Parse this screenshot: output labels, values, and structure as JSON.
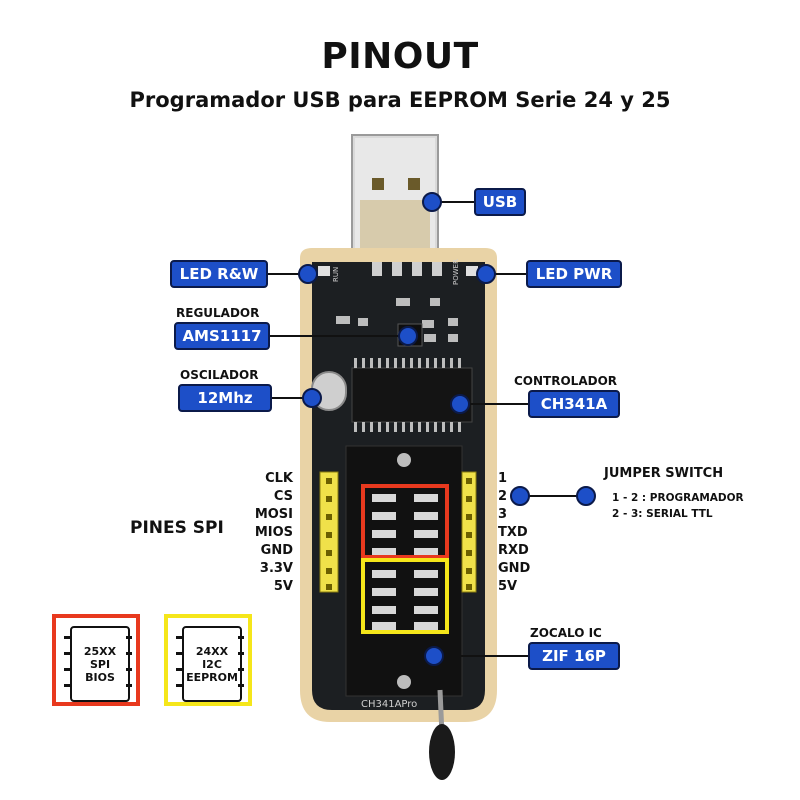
{
  "header": {
    "title": "PINOUT",
    "subtitle": "Programador USB para EEPROM Serie 24 y 25"
  },
  "labels": {
    "usb": "USB",
    "led_rw": "LED R&W",
    "led_pwr": "LED PWR",
    "regulador_caption": "REGULADOR",
    "regulador": "AMS1117",
    "oscilador_caption": "OSCILADOR",
    "oscilador": "12Mhz",
    "controlador_caption": "CONTROLADOR",
    "controlador": "CH341A",
    "zocalo_caption": "ZOCALO IC",
    "zocalo": "ZIF 16P"
  },
  "spi": {
    "title": "PINES SPI",
    "pins": [
      "CLK",
      "CS",
      "MOSI",
      "MIOS",
      "GND",
      "3.3V",
      "5V"
    ]
  },
  "uart": {
    "pins": [
      "1",
      "2",
      "3",
      "TXD",
      "RXD",
      "GND",
      "5V"
    ]
  },
  "jumper": {
    "title": "JUMPER SWITCH",
    "options": [
      "1 - 2 : PROGRAMADOR",
      "2 - 3: SERIAL TTL"
    ]
  },
  "legend": [
    {
      "lines": [
        "25XX",
        "SPI",
        "BIOS"
      ],
      "color": "#e8391e"
    },
    {
      "lines": [
        "24XX",
        "I2C",
        "EEPROM"
      ],
      "color": "#f5e61a"
    }
  ],
  "board_silkscreen": {
    "bottom": "CH341APro",
    "power": "POWER",
    "run": "RUN"
  },
  "colors": {
    "badge": "#1d4fc8",
    "dot": "#1d4fc8",
    "pcb": "#1c1f22",
    "board_edge": "#e9d3a6",
    "header_pins": "#f0e14a"
  }
}
